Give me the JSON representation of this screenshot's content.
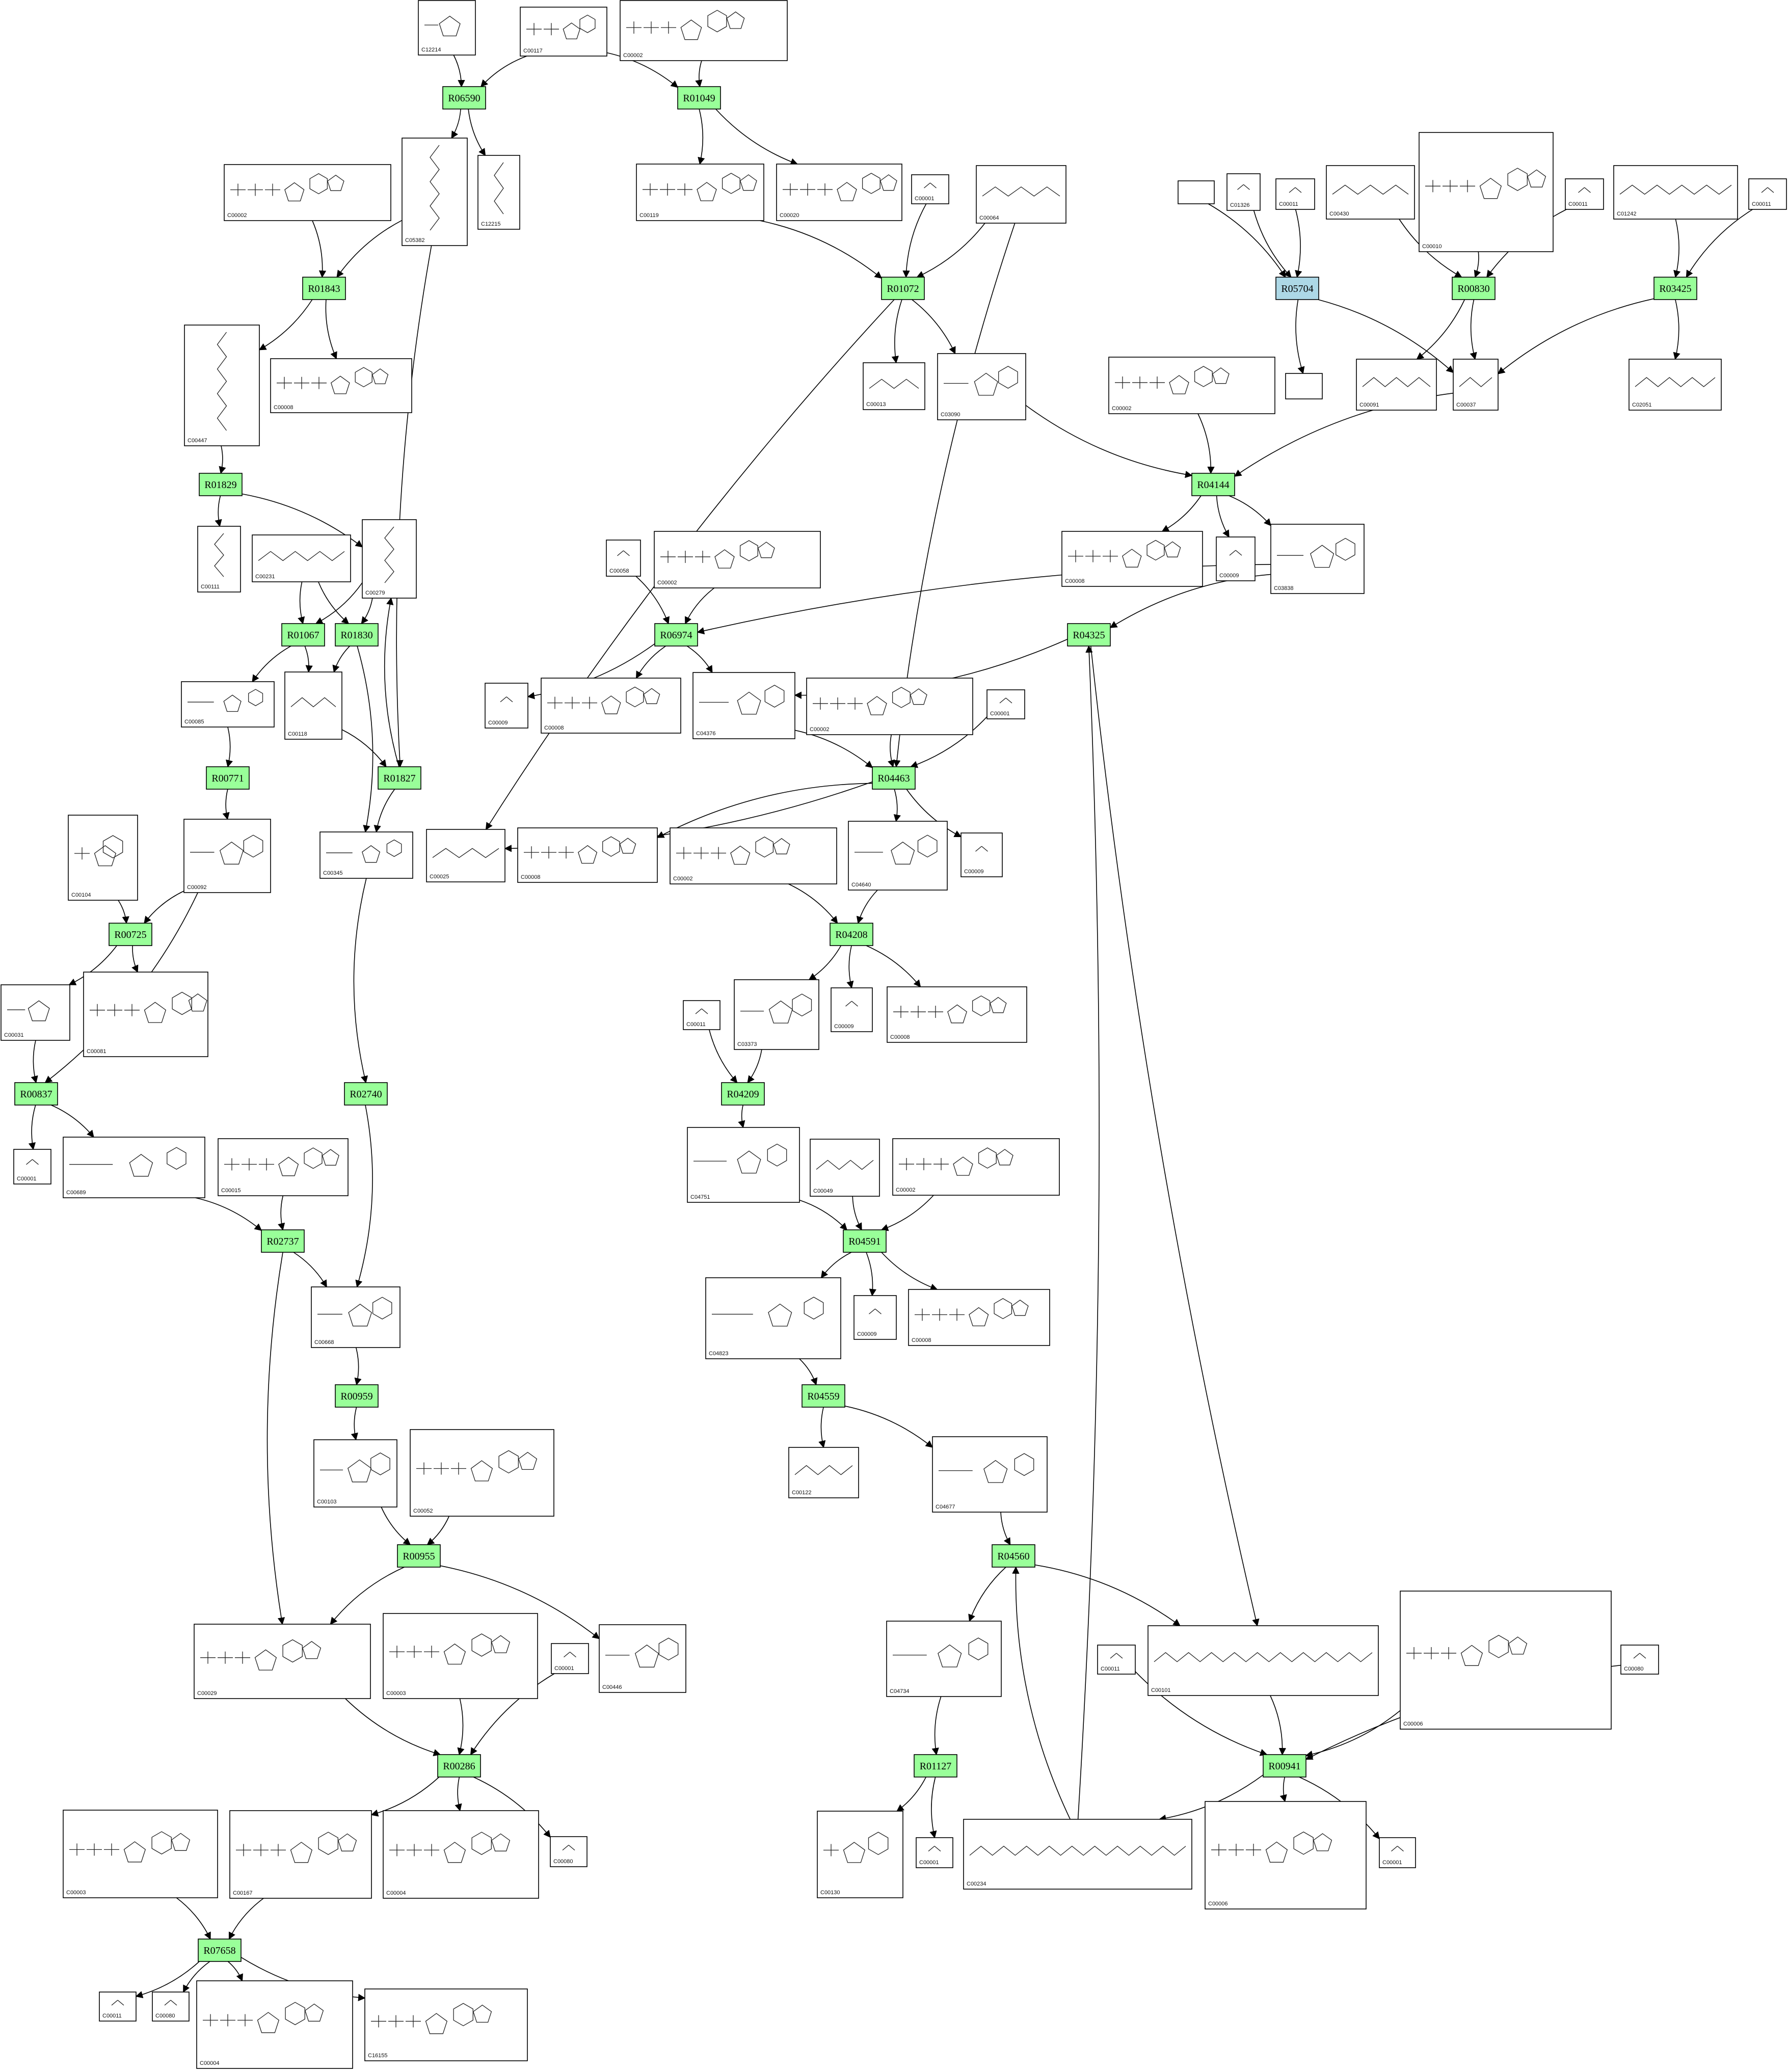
{
  "diagram": {
    "reactions": [
      {
        "id": "R06590",
        "label": "R06590",
        "color": "#99ff99"
      },
      {
        "id": "R01049",
        "label": "R01049",
        "color": "#99ff99"
      },
      {
        "id": "R01843",
        "label": "R01843",
        "color": "#99ff99"
      },
      {
        "id": "R01072",
        "label": "R01072",
        "color": "#99ff99"
      },
      {
        "id": "R05704",
        "label": "R05704",
        "color": "#add8e6"
      },
      {
        "id": "R00830",
        "label": "R00830",
        "color": "#99ff99"
      },
      {
        "id": "R03425",
        "label": "R03425",
        "color": "#99ff99"
      },
      {
        "id": "R01829",
        "label": "R01829",
        "color": "#99ff99"
      },
      {
        "id": "R04144",
        "label": "R04144",
        "color": "#99ff99"
      },
      {
        "id": "R01067",
        "label": "R01067",
        "color": "#99ff99"
      },
      {
        "id": "R01830",
        "label": "R01830",
        "color": "#99ff99"
      },
      {
        "id": "R06974",
        "label": "R06974",
        "color": "#99ff99"
      },
      {
        "id": "R04325",
        "label": "R04325",
        "color": "#99ff99"
      },
      {
        "id": "R00771",
        "label": "R00771",
        "color": "#99ff99"
      },
      {
        "id": "R01827",
        "label": "R01827",
        "color": "#99ff99"
      },
      {
        "id": "R04463",
        "label": "R04463",
        "color": "#99ff99"
      },
      {
        "id": "R00725",
        "label": "R00725",
        "color": "#99ff99"
      },
      {
        "id": "R04208",
        "label": "R04208",
        "color": "#99ff99"
      },
      {
        "id": "R00837",
        "label": "R00837",
        "color": "#99ff99"
      },
      {
        "id": "R02740",
        "label": "R02740",
        "color": "#99ff99"
      },
      {
        "id": "R04209",
        "label": "R04209",
        "color": "#99ff99"
      },
      {
        "id": "R02737",
        "label": "R02737",
        "color": "#99ff99"
      },
      {
        "id": "R04591",
        "label": "R04591",
        "color": "#99ff99"
      },
      {
        "id": "R00959",
        "label": "R00959",
        "color": "#99ff99"
      },
      {
        "id": "R04559",
        "label": "R04559",
        "color": "#99ff99"
      },
      {
        "id": "R00955",
        "label": "R00955",
        "color": "#99ff99"
      },
      {
        "id": "R04560",
        "label": "R04560",
        "color": "#99ff99"
      },
      {
        "id": "R00286",
        "label": "R00286",
        "color": "#99ff99"
      },
      {
        "id": "R01127",
        "label": "R01127",
        "color": "#99ff99"
      },
      {
        "id": "R00941",
        "label": "R00941",
        "color": "#99ff99"
      },
      {
        "id": "R07658",
        "label": "R07658",
        "color": "#99ff99"
      }
    ],
    "compounds": [
      {
        "id": "n_C12214",
        "label": "C12214",
        "kind": "sugar"
      },
      {
        "id": "n_C00117",
        "label": "C00117",
        "kind": "nucleotide"
      },
      {
        "id": "n_C00002_top",
        "label": "C00002",
        "kind": "nucleotide"
      },
      {
        "id": "n_C05382",
        "label": "C05382",
        "kind": "chain"
      },
      {
        "id": "n_C12215",
        "label": "C12215",
        "kind": "chain"
      },
      {
        "id": "n_C00002_a",
        "label": "C00002",
        "kind": "nucleotide"
      },
      {
        "id": "n_C00119",
        "label": "C00119",
        "kind": "nucleotide"
      },
      {
        "id": "n_C00020",
        "label": "C00020",
        "kind": "nucleotide"
      },
      {
        "id": "n_C00001_a",
        "label": "C00001",
        "kind": "small"
      },
      {
        "id": "n_C00064",
        "label": "C00064",
        "kind": "chain"
      },
      {
        "id": "n_empty1",
        "label": "",
        "kind": "empty"
      },
      {
        "id": "n_C01326",
        "label": "C01326",
        "kind": "small"
      },
      {
        "id": "n_C00011_a",
        "label": "C00011",
        "kind": "small"
      },
      {
        "id": "n_C00430",
        "label": "C00430",
        "kind": "chain"
      },
      {
        "id": "n_C00010",
        "label": "C00010",
        "kind": "nucleotide"
      },
      {
        "id": "n_C00011_b",
        "label": "C00011",
        "kind": "small"
      },
      {
        "id": "n_C01242",
        "label": "C01242",
        "kind": "chain"
      },
      {
        "id": "n_C00011_c",
        "label": "C00011",
        "kind": "small"
      },
      {
        "id": "n_C00447",
        "label": "C00447",
        "kind": "chain"
      },
      {
        "id": "n_C00008_a",
        "label": "C00008",
        "kind": "nucleotide"
      },
      {
        "id": "n_C00013",
        "label": "C00013",
        "kind": "chain"
      },
      {
        "id": "n_C03090",
        "label": "C03090",
        "kind": "sugar"
      },
      {
        "id": "n_empty2",
        "label": "",
        "kind": "empty"
      },
      {
        "id": "n_C00091",
        "label": "C00091",
        "kind": "chain"
      },
      {
        "id": "n_C00037",
        "label": "C00037",
        "kind": "chain"
      },
      {
        "id": "n_C02051",
        "label": "C02051",
        "kind": "chain"
      },
      {
        "id": "n_C00002_b",
        "label": "C00002",
        "kind": "nucleotide"
      },
      {
        "id": "n_C00111",
        "label": "C00111",
        "kind": "chain"
      },
      {
        "id": "n_C00231",
        "label": "C00231",
        "kind": "chain"
      },
      {
        "id": "n_C00279",
        "label": "C00279",
        "kind": "chain"
      },
      {
        "id": "n_C00008_b",
        "label": "C00008",
        "kind": "nucleotide"
      },
      {
        "id": "n_C00009_a",
        "label": "C00009",
        "kind": "small"
      },
      {
        "id": "n_C03838",
        "label": "C03838",
        "kind": "sugar"
      },
      {
        "id": "n_C00058",
        "label": "C00058",
        "kind": "small"
      },
      {
        "id": "n_C00002_c",
        "label": "C00002",
        "kind": "nucleotide"
      },
      {
        "id": "n_C00085",
        "label": "C00085",
        "kind": "sugar"
      },
      {
        "id": "n_C00118",
        "label": "C00118",
        "kind": "chain"
      },
      {
        "id": "n_C00009_b",
        "label": "C00009",
        "kind": "small"
      },
      {
        "id": "n_C00008_c",
        "label": "C00008",
        "kind": "nucleotide"
      },
      {
        "id": "n_C04376",
        "label": "C04376",
        "kind": "sugar"
      },
      {
        "id": "n_C00002_d",
        "label": "C00002",
        "kind": "nucleotide"
      },
      {
        "id": "n_C00001_b",
        "label": "C00001",
        "kind": "small"
      },
      {
        "id": "n_C00104",
        "label": "C00104",
        "kind": "nucleotide"
      },
      {
        "id": "n_C00092",
        "label": "C00092",
        "kind": "sugar"
      },
      {
        "id": "n_C00345",
        "label": "C00345",
        "kind": "sugar"
      },
      {
        "id": "n_C00025",
        "label": "C00025",
        "kind": "chain"
      },
      {
        "id": "n_C00008_d",
        "label": "C00008",
        "kind": "nucleotide"
      },
      {
        "id": "n_C00002_e",
        "label": "C00002",
        "kind": "nucleotide"
      },
      {
        "id": "n_C04640",
        "label": "C04640",
        "kind": "sugar"
      },
      {
        "id": "n_C00009_c",
        "label": "C00009",
        "kind": "small"
      },
      {
        "id": "n_C00031",
        "label": "C00031",
        "kind": "sugar"
      },
      {
        "id": "n_C00081",
        "label": "C00081",
        "kind": "nucleotide"
      },
      {
        "id": "n_C00011_d",
        "label": "C00011",
        "kind": "small"
      },
      {
        "id": "n_C03373",
        "label": "C03373",
        "kind": "sugar"
      },
      {
        "id": "n_C00009_d",
        "label": "C00009",
        "kind": "small"
      },
      {
        "id": "n_C00008_e",
        "label": "C00008",
        "kind": "nucleotide"
      },
      {
        "id": "n_C00001_c",
        "label": "C00001",
        "kind": "small"
      },
      {
        "id": "n_C00689",
        "label": "C00689",
        "kind": "sugar"
      },
      {
        "id": "n_C00015",
        "label": "C00015",
        "kind": "nucleotide"
      },
      {
        "id": "n_C04751",
        "label": "C04751",
        "kind": "sugar"
      },
      {
        "id": "n_C00049",
        "label": "C00049",
        "kind": "chain"
      },
      {
        "id": "n_C00002_f",
        "label": "C00002",
        "kind": "nucleotide"
      },
      {
        "id": "n_C00668",
        "label": "C00668",
        "kind": "sugar"
      },
      {
        "id": "n_C04823",
        "label": "C04823",
        "kind": "sugar"
      },
      {
        "id": "n_C00009_e",
        "label": "C00009",
        "kind": "small"
      },
      {
        "id": "n_C00008_f",
        "label": "C00008",
        "kind": "nucleotide"
      },
      {
        "id": "n_C00103",
        "label": "C00103",
        "kind": "sugar"
      },
      {
        "id": "n_C00052",
        "label": "C00052",
        "kind": "nucleotide"
      },
      {
        "id": "n_C00122",
        "label": "C00122",
        "kind": "chain"
      },
      {
        "id": "n_C04677",
        "label": "C04677",
        "kind": "sugar"
      },
      {
        "id": "n_C00029",
        "label": "C00029",
        "kind": "nucleotide"
      },
      {
        "id": "n_C00003_a",
        "label": "C00003",
        "kind": "nucleotide"
      },
      {
        "id": "n_C00001_d",
        "label": "C00001",
        "kind": "small"
      },
      {
        "id": "n_C00446",
        "label": "C00446",
        "kind": "sugar"
      },
      {
        "id": "n_C04734",
        "label": "C04734",
        "kind": "sugar"
      },
      {
        "id": "n_C00101",
        "label": "C00101",
        "kind": "chain"
      },
      {
        "id": "n_C00011_e",
        "label": "C00011",
        "kind": "small"
      },
      {
        "id": "n_C00006_a",
        "label": "C00006",
        "kind": "nucleotide"
      },
      {
        "id": "n_C00080_a",
        "label": "C00080",
        "kind": "small"
      },
      {
        "id": "n_C00003_b",
        "label": "C00003",
        "kind": "nucleotide"
      },
      {
        "id": "n_C00167",
        "label": "C00167",
        "kind": "nucleotide"
      },
      {
        "id": "n_C00004_a",
        "label": "C00004",
        "kind": "nucleotide"
      },
      {
        "id": "n_C00080_b",
        "label": "C00080",
        "kind": "small"
      },
      {
        "id": "n_C00130",
        "label": "C00130",
        "kind": "nucleotide"
      },
      {
        "id": "n_C00001_e",
        "label": "C00001",
        "kind": "small"
      },
      {
        "id": "n_C00234",
        "label": "C00234",
        "kind": "chain"
      },
      {
        "id": "n_C00006_b",
        "label": "C00006",
        "kind": "nucleotide"
      },
      {
        "id": "n_C00001_f",
        "label": "C00001",
        "kind": "small"
      },
      {
        "id": "n_C00011_f",
        "label": "C00011",
        "kind": "small"
      },
      {
        "id": "n_C00080_c",
        "label": "C00080",
        "kind": "small"
      },
      {
        "id": "n_C00004_b",
        "label": "C00004",
        "kind": "nucleotide"
      },
      {
        "id": "n_C16155",
        "label": "C16155",
        "kind": "nucleotide"
      }
    ],
    "edges": [
      [
        "n_C12214",
        "R06590"
      ],
      [
        "n_C00117",
        "R06590"
      ],
      [
        "R06590",
        "n_C05382"
      ],
      [
        "R06590",
        "n_C12215"
      ],
      [
        "n_C00117",
        "R01049"
      ],
      [
        "n_C00002_top",
        "R01049"
      ],
      [
        "R01049",
        "n_C00119"
      ],
      [
        "R01049",
        "n_C00020"
      ],
      [
        "n_C00002_a",
        "R01843"
      ],
      [
        "n_C05382",
        "R01843"
      ],
      [
        "R01843",
        "n_C00447"
      ],
      [
        "R01843",
        "n_C00008_a"
      ],
      [
        "n_C00119",
        "R01072"
      ],
      [
        "n_C00001_a",
        "R01072"
      ],
      [
        "n_C00064",
        "R01072"
      ],
      [
        "R01072",
        "n_C00013"
      ],
      [
        "R01072",
        "n_C03090"
      ],
      [
        "R01072",
        "n_C00025"
      ],
      [
        "n_empty1",
        "R05704"
      ],
      [
        "n_C01326",
        "R05704"
      ],
      [
        "n_C00011_a",
        "R05704"
      ],
      [
        "R05704",
        "n_empty2"
      ],
      [
        "R05704",
        "n_C00037"
      ],
      [
        "n_C00430",
        "R00830"
      ],
      [
        "n_C00010",
        "R00830"
      ],
      [
        "n_C00011_b",
        "R00830"
      ],
      [
        "R00830",
        "n_C00091"
      ],
      [
        "R00830",
        "n_C00037"
      ],
      [
        "n_C01242",
        "R03425"
      ],
      [
        "n_C00011_c",
        "R03425"
      ],
      [
        "R03425",
        "n_C02051"
      ],
      [
        "R03425",
        "n_C00037"
      ],
      [
        "n_C00447",
        "R01829"
      ],
      [
        "R01829",
        "n_C00111"
      ],
      [
        "R01829",
        "n_C00279"
      ],
      [
        "n_C03090",
        "R04144"
      ],
      [
        "n_C00002_b",
        "R04144"
      ],
      [
        "n_C00037",
        "R04144"
      ],
      [
        "R04144",
        "n_C00008_b"
      ],
      [
        "R04144",
        "n_C00009_a"
      ],
      [
        "R04144",
        "n_C03838"
      ],
      [
        "n_C00231",
        "R01067"
      ],
      [
        "n_C00279",
        "R01067"
      ],
      [
        "R01067",
        "n_C00085"
      ],
      [
        "R01067",
        "n_C00118"
      ],
      [
        "n_C00231",
        "R01830"
      ],
      [
        "n_C00279",
        "R01830"
      ],
      [
        "R01830",
        "n_C00118"
      ],
      [
        "R01830",
        "n_C00345"
      ],
      [
        "n_C03838",
        "R06974"
      ],
      [
        "n_C00058",
        "R06974"
      ],
      [
        "n_C00002_c",
        "R06974"
      ],
      [
        "R06974",
        "n_C00009_b"
      ],
      [
        "R06974",
        "n_C00008_c"
      ],
      [
        "R06974",
        "n_C04376"
      ],
      [
        "n_C03838",
        "R04325"
      ],
      [
        "R04325",
        "n_C04376"
      ],
      [
        "R04325",
        "n_C00101"
      ],
      [
        "n_C00085",
        "R00771"
      ],
      [
        "R00771",
        "n_C00092"
      ],
      [
        "n_C00118",
        "R01827"
      ],
      [
        "n_C05382",
        "R01827"
      ],
      [
        "R01827",
        "n_C00279"
      ],
      [
        "R01827",
        "n_C00345"
      ],
      [
        "n_C04376",
        "R04463"
      ],
      [
        "n_C00002_d",
        "R04463"
      ],
      [
        "n_C00001_b",
        "R04463"
      ],
      [
        "n_C00064",
        "R04463"
      ],
      [
        "R04463",
        "n_C00025"
      ],
      [
        "R04463",
        "n_C00008_d"
      ],
      [
        "R04463",
        "n_C04640"
      ],
      [
        "R04463",
        "n_C00009_c"
      ],
      [
        "n_C00104",
        "R00725"
      ],
      [
        "n_C00092",
        "R00725"
      ],
      [
        "R00725",
        "n_C00031"
      ],
      [
        "R00725",
        "n_C00081"
      ],
      [
        "n_C00002_e",
        "R04208"
      ],
      [
        "n_C04640",
        "R04208"
      ],
      [
        "R04208",
        "n_C03373"
      ],
      [
        "R04208",
        "n_C00009_d"
      ],
      [
        "R04208",
        "n_C00008_e"
      ],
      [
        "n_C00031",
        "R00837"
      ],
      [
        "n_C00092",
        "R00837"
      ],
      [
        "R00837",
        "n_C00001_c"
      ],
      [
        "R00837",
        "n_C00689"
      ],
      [
        "n_C00345",
        "R02740"
      ],
      [
        "R02740",
        "n_C00668"
      ],
      [
        "n_C00011_d",
        "R04209"
      ],
      [
        "n_C03373",
        "R04209"
      ],
      [
        "R04209",
        "n_C04751"
      ],
      [
        "n_C00689",
        "R02737"
      ],
      [
        "n_C00015",
        "R02737"
      ],
      [
        "R02737",
        "n_C00668"
      ],
      [
        "R02737",
        "n_C00029"
      ],
      [
        "n_C04751",
        "R04591"
      ],
      [
        "n_C00049",
        "R04591"
      ],
      [
        "n_C00002_f",
        "R04591"
      ],
      [
        "R04591",
        "n_C04823"
      ],
      [
        "R04591",
        "n_C00009_e"
      ],
      [
        "R04591",
        "n_C00008_f"
      ],
      [
        "n_C00668",
        "R00959"
      ],
      [
        "R00959",
        "n_C00103"
      ],
      [
        "n_C04823",
        "R04559"
      ],
      [
        "R04559",
        "n_C00122"
      ],
      [
        "R04559",
        "n_C04677"
      ],
      [
        "n_C00103",
        "R00955"
      ],
      [
        "n_C00052",
        "R00955"
      ],
      [
        "R00955",
        "n_C00029"
      ],
      [
        "R00955",
        "n_C00446"
      ],
      [
        "n_C04677",
        "R04560"
      ],
      [
        "n_C00234",
        "R04560"
      ],
      [
        "R04560",
        "n_C04734"
      ],
      [
        "R04560",
        "n_C00101"
      ],
      [
        "n_C00029",
        "R00286"
      ],
      [
        "n_C00003_a",
        "R00286"
      ],
      [
        "n_C00001_d",
        "R00286"
      ],
      [
        "R00286",
        "n_C00167"
      ],
      [
        "R00286",
        "n_C00004_a"
      ],
      [
        "R00286",
        "n_C00080_b"
      ],
      [
        "n_C04734",
        "R01127"
      ],
      [
        "R01127",
        "n_C00130"
      ],
      [
        "R01127",
        "n_C00001_e"
      ],
      [
        "n_C00101",
        "R00941"
      ],
      [
        "n_C00011_e",
        "R00941"
      ],
      [
        "n_C00006_a",
        "R00941"
      ],
      [
        "n_C00080_a",
        "R00941"
      ],
      [
        "R00941",
        "n_C00234"
      ],
      [
        "R00941",
        "n_C00006_b"
      ],
      [
        "R00941",
        "n_C00001_f"
      ],
      [
        "n_C00234",
        "R04325"
      ],
      [
        "n_C00003_b",
        "R07658"
      ],
      [
        "n_C00167",
        "R07658"
      ],
      [
        "R07658",
        "n_C00011_f"
      ],
      [
        "R07658",
        "n_C00080_c"
      ],
      [
        "R07658",
        "n_C00004_b"
      ],
      [
        "R07658",
        "n_C16155"
      ]
    ]
  }
}
